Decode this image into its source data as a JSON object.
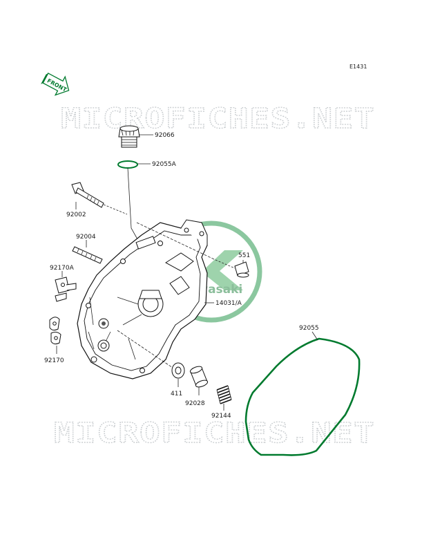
{
  "diagram_code": "E1431",
  "front_badge": "FRONT",
  "watermark": "MICROFICHES.NET",
  "logo_text": "Kawasaki",
  "colors": {
    "accent": "#007a2e",
    "line": "#222222",
    "watermark": "#c9cdd0"
  },
  "parts": [
    {
      "id": "92066",
      "label": "92066"
    },
    {
      "id": "92055A",
      "label": "92055A"
    },
    {
      "id": "92002",
      "label": "92002"
    },
    {
      "id": "92004",
      "label": "92004"
    },
    {
      "id": "92170A",
      "label": "92170A"
    },
    {
      "id": "551",
      "label": "551"
    },
    {
      "id": "14031A",
      "label": "14031/A"
    },
    {
      "id": "92170",
      "label": "92170"
    },
    {
      "id": "92055",
      "label": "92055"
    },
    {
      "id": "411",
      "label": "411"
    },
    {
      "id": "92028",
      "label": "92028"
    },
    {
      "id": "92144",
      "label": "92144"
    }
  ]
}
